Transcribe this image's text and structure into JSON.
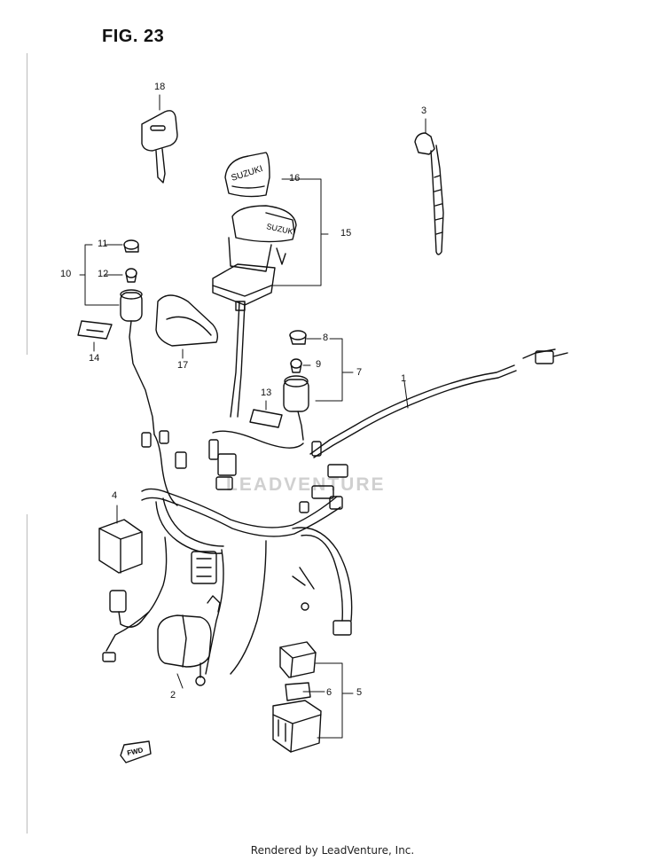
{
  "figure": {
    "title": "FIG. 23"
  },
  "footer": {
    "text": "Rendered by LeadVenture, Inc."
  },
  "watermark": {
    "text": "LEADVENTURE"
  },
  "direction_tag": {
    "text": "FWD"
  },
  "callouts": {
    "c1": "1",
    "c2": "2",
    "c3": "3",
    "c4": "4",
    "c5": "5",
    "c6": "6",
    "c7": "7",
    "c8": "8",
    "c9": "9",
    "c10": "10",
    "c11": "11",
    "c12": "12",
    "c13": "13",
    "c14": "14",
    "c15": "15",
    "c16": "16",
    "c17": "17",
    "c18": "18"
  },
  "part_markings": {
    "cap_brand": "SUZUKI",
    "switch_brand": "SUZUKI"
  }
}
